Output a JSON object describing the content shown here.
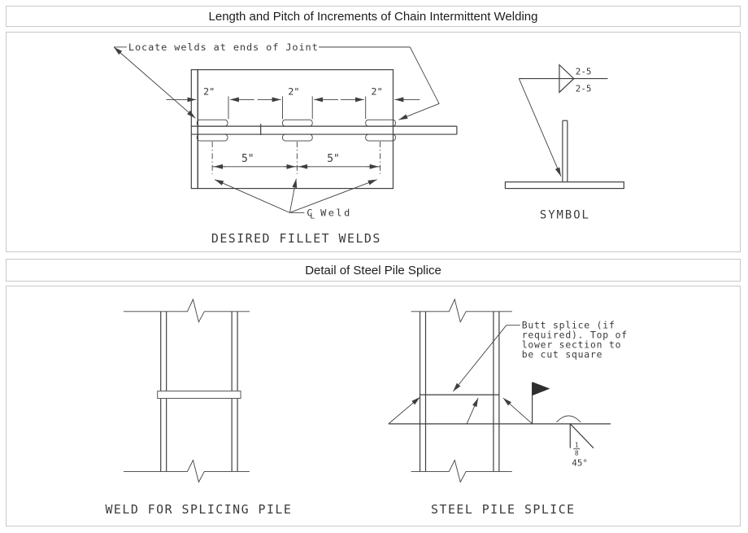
{
  "header1": {
    "title": "Length and Pitch of Increments of Chain Intermittent Welding"
  },
  "header2": {
    "title": "Detail of Steel Pile Splice"
  },
  "fillet_diagram": {
    "leader_note": "Locate welds at ends of Joint",
    "weld_length_dim": "2\"",
    "pitch_dim": "5\"",
    "cl_c": "C",
    "cl_l": "L",
    "cl_weld_label": "Weld",
    "caption": "DESIRED FILLET WELDS"
  },
  "weld_symbol": {
    "size_top": "2-5",
    "size_bottom": "2-5",
    "caption": "SYMBOL"
  },
  "splice_left": {
    "caption": "WELD FOR SPLICING PILE"
  },
  "splice_right": {
    "note_line1": "Butt splice (if",
    "note_line2": "required). Top of",
    "note_line3": "lower section to",
    "note_line4": "be cut square",
    "root_fraction_num": "1",
    "root_fraction_den": "8",
    "angle": "45°",
    "caption": "STEEL PILE SPLICE"
  },
  "colors": {
    "line": "#3f3f3f",
    "panel_border": "#c9c9c9",
    "title_text": "#1c1c1c"
  }
}
